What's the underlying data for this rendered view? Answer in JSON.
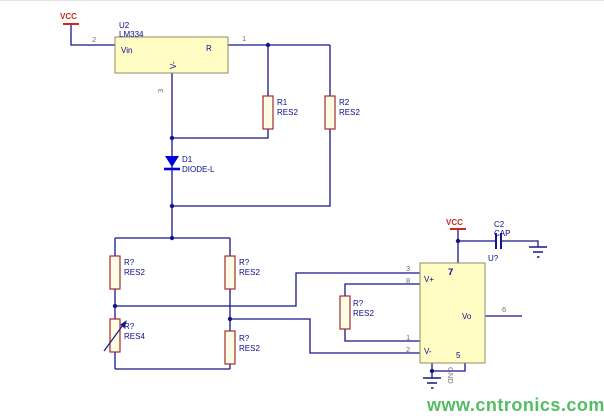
{
  "power": {
    "vcc_regulator": "VCC",
    "vcc_amplifier": "VCC",
    "gnd_amplifier": "GND"
  },
  "regulator": {
    "designator": "U2",
    "part": "LM334",
    "pin_vin_name": "Vin",
    "pin_r_name": "R",
    "pin_vminus_name": "V-",
    "pin1": "1",
    "pin2": "2",
    "pin3": "3"
  },
  "r1": {
    "designator": "R1",
    "value": "RES2"
  },
  "r2": {
    "designator": "R2",
    "value": "RES2"
  },
  "d1": {
    "designator": "D1",
    "value": "DIODE-L"
  },
  "bridge": {
    "top_left": {
      "designator": "R?",
      "value": "RES2"
    },
    "top_right": {
      "designator": "R?",
      "value": "RES2"
    },
    "bottom_left": {
      "designator": "R?",
      "value": "RES4"
    },
    "bottom_right": {
      "designator": "R?",
      "value": "RES2"
    }
  },
  "gain_resistor": {
    "designator": "R?",
    "value": "RES2"
  },
  "c2": {
    "designator": "C2",
    "value": "CAP"
  },
  "amplifier": {
    "designator": "U?",
    "pin1": "1",
    "pin2": "2",
    "pin3": "3",
    "pin5": "5",
    "pin6": "6",
    "pin7": "7",
    "pin8": "8",
    "name_vplus": "V+",
    "name_vminus": "V-",
    "name_vo": "Vo"
  },
  "watermark": {
    "text": "www.cntronics.com"
  },
  "colors": {
    "wire": "#16168c",
    "resistor_outline": "#a22b2b",
    "ic_fill": "#fffcc4",
    "ic_outline": "#8f8f62",
    "diode": "#0000dd",
    "vcc_text": "#cc2a1d",
    "pin_text": "#707070",
    "label_text": "#0b0b8f",
    "watermark": "#45b854"
  }
}
